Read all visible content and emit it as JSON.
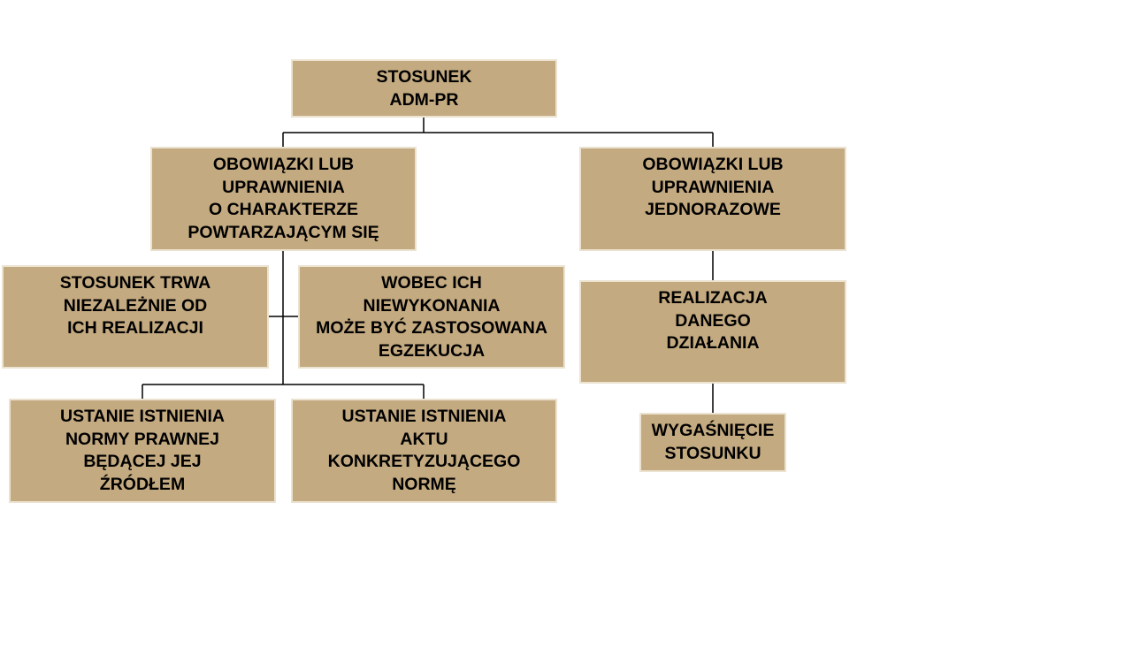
{
  "diagram": {
    "nodes": {
      "root": "STOSUNEK\nADM-PR",
      "recurring": "OBOWIĄZKI LUB\nUPRAWNIENIA\nO CHARAKTERZE\nPOWTARZAJĄCYM SIĘ",
      "one_time": "OBOWIĄZKI LUB\nUPRAWNIENIA\nJEDNORAZOWE",
      "lasts": "STOSUNEK TRWA\nNIEZALEŻNIE OD\nICH REALIZACJI",
      "enforcement": "WOBEC ICH\nNIEWYKONANIA\nMOŻE BYĆ ZASTOSOWANA\nEGZEKUCJA",
      "realization": "REALIZACJA\nDANEGO\nDZIAŁANIA",
      "end_norm": "USTANIE ISTNIENIA\nNORMY PRAWNEJ\nBĘDĄCEJ JEJ\nŹRÓDŁEM",
      "end_act": "USTANIE ISTNIENIA\nAKTU\nKONKRETYZUJĄCEGO\nNORMĘ",
      "expiry": "WYGAŚNIĘCIE\nSTOSUNKU"
    },
    "colors": {
      "box_fill": "#c4aa80",
      "box_border": "#ece2d0",
      "connector": "#000000",
      "text": "#000000"
    }
  }
}
